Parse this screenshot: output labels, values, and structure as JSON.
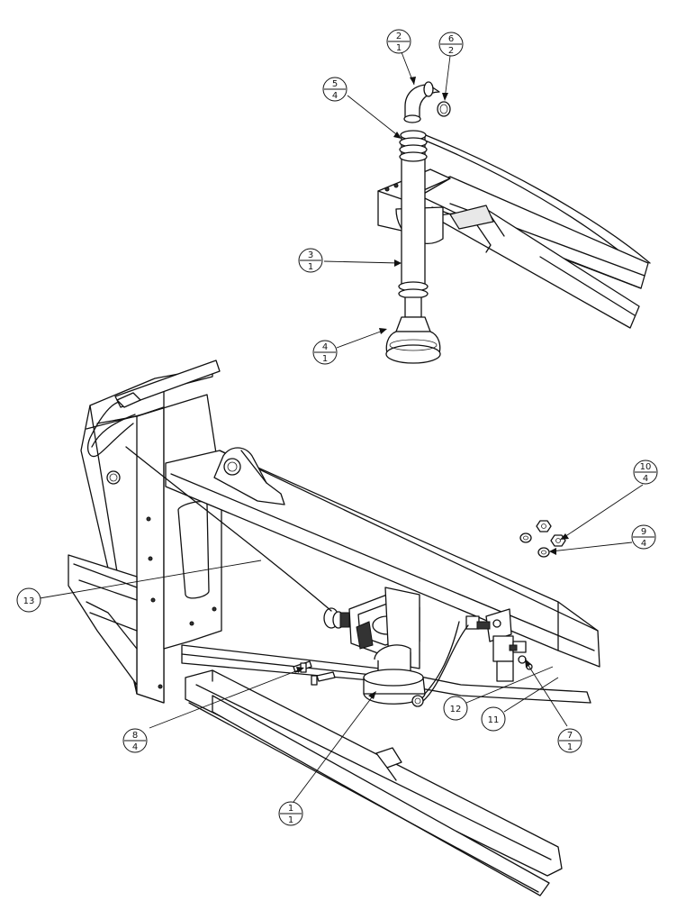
{
  "callouts": [
    {
      "id": "c-2-1",
      "top": "2",
      "bottom": "1"
    },
    {
      "id": "c-6-2",
      "top": "6",
      "bottom": "2"
    },
    {
      "id": "c-5-4",
      "top": "5",
      "bottom": "4"
    },
    {
      "id": "c-3-1",
      "top": "3",
      "bottom": "1"
    },
    {
      "id": "c-4-1",
      "top": "4",
      "bottom": "1"
    },
    {
      "id": "c-10-4",
      "top": "10",
      "bottom": "4"
    },
    {
      "id": "c-9-4",
      "top": "9",
      "bottom": "4"
    },
    {
      "id": "c-8-4",
      "top": "8",
      "bottom": "4"
    },
    {
      "id": "c-7-1",
      "top": "7",
      "bottom": "1"
    },
    {
      "id": "c-1-1",
      "top": "1",
      "bottom": "1"
    }
  ],
  "labels": [
    {
      "id": "l-13",
      "text": "13"
    },
    {
      "id": "l-12",
      "text": "12"
    },
    {
      "id": "l-11",
      "text": "11"
    }
  ]
}
